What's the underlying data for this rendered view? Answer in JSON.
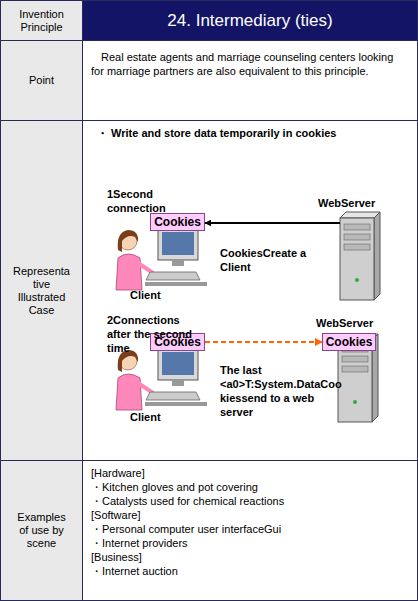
{
  "diagram": {
    "nodes": [
      {
        "text": [
          "Invention Principle"
        ]
      },
      {
        "text": [
          "24. Intermediary (ties)"
        ]
      },
      {
        "text": [
          "Point"
        ]
      },
      {
        "text": [
          "Real estate agents and marriage counseling centers looking for marriage partners are also equivalent to this principle."
        ]
      },
      {
        "text": [
          "Representative Illustrated Case"
        ]
      },
      {
        "text": [
          "・ Write and store data temporarily in cookies"
        ]
      },
      {
        "text": [
          "Cookies"
        ],
        "in": 5
      },
      {
        "text": [
          "WebServer"
        ],
        "in": 5
      },
      {
        "text": [
          "Cookies"
        ],
        "in": 5
      },
      {
        "text": [
          "WebServer"
        ],
        "in": 5
      },
      {
        "text": [
          "Cookies"
        ],
        "in": 5
      },
      {
        "text": [
          "Examples of use by scene"
        ]
      },
      {
        "text": [
          "[Hardware]",
          "・Kitchen gloves and pot covering",
          "・Catalysts used for chemical reactions",
          "[Software]",
          "・Personal computer user interfaceGui",
          "・Internet providers",
          "[Business]",
          "・Internet auction"
        ]
      }
    ],
    "edges": [
      {
        "from": 7,
        "to": 6,
        "arrow": "to",
        "label": "CookiesCreate a Client"
      },
      {
        "from": 8,
        "to": 10,
        "arrow": "to",
        "label": "The last <a0>T:System.DataCookiessend to a web server"
      }
    ],
    "labels": [
      "1Second connection",
      "Client",
      "2Connections after the second time",
      "Client"
    ]
  }
}
